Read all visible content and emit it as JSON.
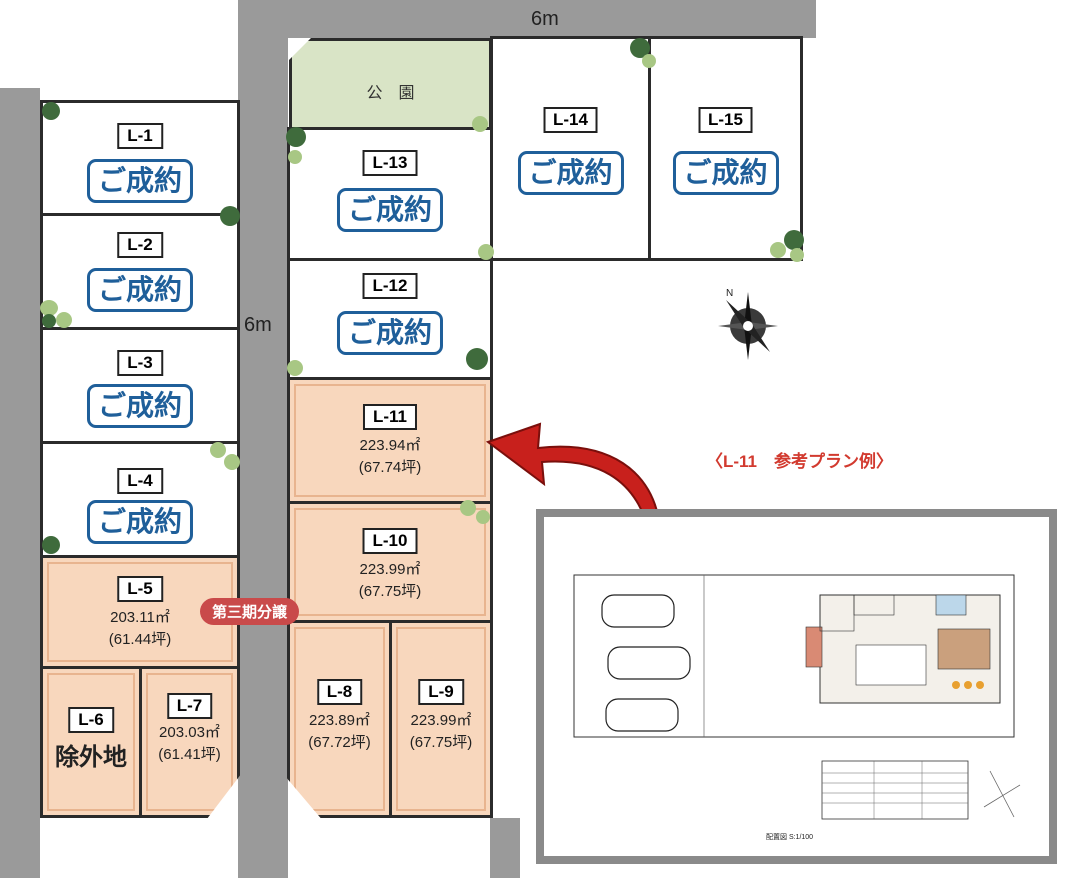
{
  "roads": {
    "top_width": "6m",
    "side_width": "6m"
  },
  "park": {
    "label": "公　園"
  },
  "lots": {
    "l1": {
      "label": "L-1",
      "status": "ご成約"
    },
    "l2": {
      "label": "L-2",
      "status": "ご成約"
    },
    "l3": {
      "label": "L-3",
      "status": "ご成約"
    },
    "l4": {
      "label": "L-4",
      "status": "ご成約"
    },
    "l5": {
      "label": "L-5",
      "area": "203.11㎡",
      "tsubo": "(61.44坪)"
    },
    "l6": {
      "label": "L-6",
      "status": "除外地"
    },
    "l7": {
      "label": "L-7",
      "area": "203.03㎡",
      "tsubo": "(61.41坪)"
    },
    "l8": {
      "label": "L-8",
      "area": "223.89㎡",
      "tsubo": "(67.72坪)"
    },
    "l9": {
      "label": "L-9",
      "area": "223.99㎡",
      "tsubo": "(67.75坪)"
    },
    "l10": {
      "label": "L-10",
      "area": "223.99㎡",
      "tsubo": "(67.75坪)"
    },
    "l11": {
      "label": "L-11",
      "area": "223.94㎡",
      "tsubo": "(67.74坪)"
    },
    "l12": {
      "label": "L-12",
      "status": "ご成約"
    },
    "l13": {
      "label": "L-13",
      "status": "ご成約"
    },
    "l14": {
      "label": "L-14",
      "status": "ご成約"
    },
    "l15": {
      "label": "L-15",
      "status": "ご成約"
    }
  },
  "phase_badge": "第三期分譲",
  "plan": {
    "caption": "〈L-11　参考プラン例〉",
    "scale": "配置図 S:1/100"
  },
  "colors": {
    "available_fill": "#f8d7bd",
    "sold_text": "#1f5f9a",
    "badge": "#c94a4a",
    "arrow": "#c8201c",
    "park": "#d9e4c6",
    "road": "#9a9a9a"
  }
}
